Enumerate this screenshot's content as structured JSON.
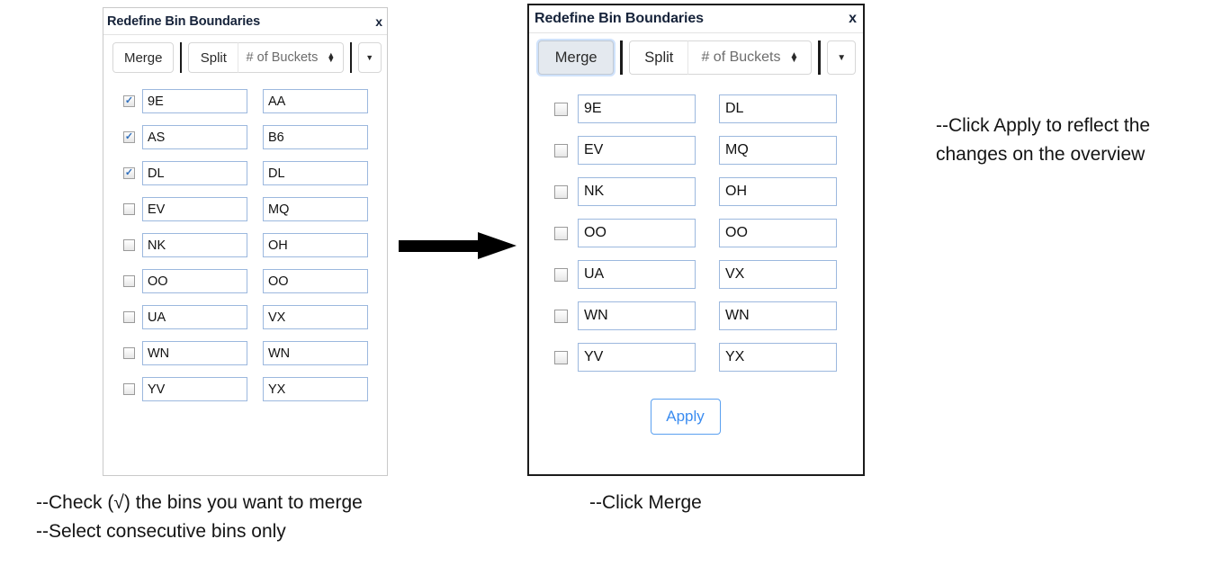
{
  "panel_left": {
    "title": "Redefine Bin Boundaries",
    "close_label": "x",
    "toolbar": {
      "merge_label": "Merge",
      "split_label": "Split",
      "buckets_label": "# of Buckets",
      "caret_label": "▼"
    },
    "rows": [
      {
        "checked": true,
        "start": "9E",
        "end": "AA"
      },
      {
        "checked": true,
        "start": "AS",
        "end": "B6"
      },
      {
        "checked": true,
        "start": "DL",
        "end": "DL"
      },
      {
        "checked": false,
        "start": "EV",
        "end": "MQ"
      },
      {
        "checked": false,
        "start": "NK",
        "end": "OH"
      },
      {
        "checked": false,
        "start": "OO",
        "end": "OO"
      },
      {
        "checked": false,
        "start": "UA",
        "end": "VX"
      },
      {
        "checked": false,
        "start": "WN",
        "end": "WN"
      },
      {
        "checked": false,
        "start": "YV",
        "end": "YX"
      }
    ]
  },
  "panel_right": {
    "title": "Redefine Bin Boundaries",
    "close_label": "x",
    "toolbar": {
      "merge_label": "Merge",
      "split_label": "Split",
      "buckets_label": "# of Buckets",
      "caret_label": "▼"
    },
    "rows": [
      {
        "checked": false,
        "start": "9E",
        "end": "DL"
      },
      {
        "checked": false,
        "start": "EV",
        "end": "MQ"
      },
      {
        "checked": false,
        "start": "NK",
        "end": "OH"
      },
      {
        "checked": false,
        "start": "OO",
        "end": "OO"
      },
      {
        "checked": false,
        "start": "UA",
        "end": "VX"
      },
      {
        "checked": false,
        "start": "WN",
        "end": "WN"
      },
      {
        "checked": false,
        "start": "YV",
        "end": "YX"
      }
    ],
    "apply_label": "Apply"
  },
  "annotations": {
    "left": "--Check (√) the bins you want to merge\n--Select consecutive bins only",
    "middle": "--Click Merge",
    "right": "--Click Apply to reflect the\nchanges on the overview"
  },
  "checkbox_tick": "✓",
  "stepper_up": "▲",
  "stepper_down": "▼",
  "colors": {
    "accent_blue": "#3b8cf0",
    "input_border": "#9cb8de",
    "title_text": "#16233a",
    "merge_active_bg": "#e4e9ef",
    "merge_focus_ring": "#cfe2fb"
  }
}
